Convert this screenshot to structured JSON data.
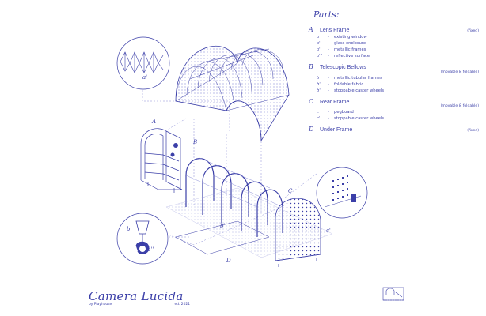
{
  "legend": {
    "title": "Parts:",
    "sections": [
      {
        "letter": "A",
        "name": "Lens Frame",
        "note": "(fixed)",
        "note2": "",
        "items": [
          {
            "key": "a",
            "text": "existing window"
          },
          {
            "key": "a'",
            "text": "glass enclosure"
          },
          {
            "key": "a''",
            "text": "metallic frames"
          },
          {
            "key": "a'''",
            "text": "reflective surface"
          }
        ]
      },
      {
        "letter": "B",
        "name": "Telescopic Bellows",
        "note": "(movable & foldable)",
        "note2": "",
        "items": [
          {
            "key": "b",
            "text": "metallic tubular frames"
          },
          {
            "key": "b'",
            "text": "foldable fabric"
          },
          {
            "key": "b''",
            "text": "stoppable caster wheels"
          }
        ]
      },
      {
        "letter": "C",
        "name": "Rear Frame",
        "note": "",
        "note2": "(movable & foldable)",
        "items": [
          {
            "key": "c",
            "text": "pegboard"
          },
          {
            "key": "c'",
            "text": "stoppable caster wheels"
          }
        ]
      },
      {
        "letter": "D",
        "name": "Under Frame",
        "note": "(fixed)",
        "note2": "",
        "items": []
      }
    ]
  },
  "brand": {
    "title": "Camera Lucida",
    "by": "by Playhouse",
    "ed": "ed. 2021"
  },
  "labels": {
    "a_detail": "a'",
    "a": "A",
    "b": "B",
    "c": "C",
    "d": "D",
    "b_dim": "b'",
    "c_dim": "c'",
    "caster": "b'",
    "caster2": "b''"
  },
  "colors": {
    "ink": "#3b3fa8",
    "ink_light": "#8a8dd6",
    "paper": "#ffffff"
  }
}
